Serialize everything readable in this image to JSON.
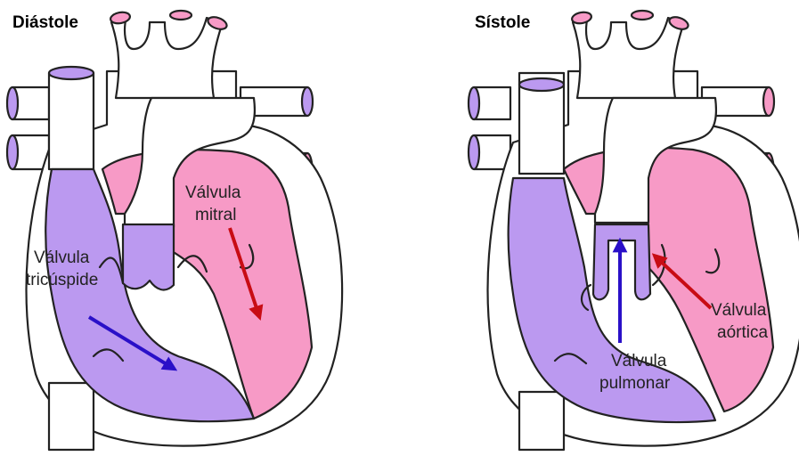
{
  "colors": {
    "left_heart": "#bb99f0",
    "right_heart": "#f79ac6",
    "body": "#ffffff",
    "outline": "#222222",
    "arrow_blue": "#2a10c8",
    "arrow_red": "#c80c14",
    "label_text": "#222222"
  },
  "panels": {
    "diastole": {
      "title": "Diástole",
      "mitral": {
        "line1": "Válvula",
        "line2": "mitral"
      },
      "tricuspid": {
        "line1": "Válvula",
        "line2": "tricúspide"
      }
    },
    "systole": {
      "title": "Sístole",
      "aortic": {
        "line1": "Válvula",
        "line2": "aórtica"
      },
      "pulmonary": {
        "line1": "Válvula",
        "line2": "pulmonar"
      }
    }
  }
}
